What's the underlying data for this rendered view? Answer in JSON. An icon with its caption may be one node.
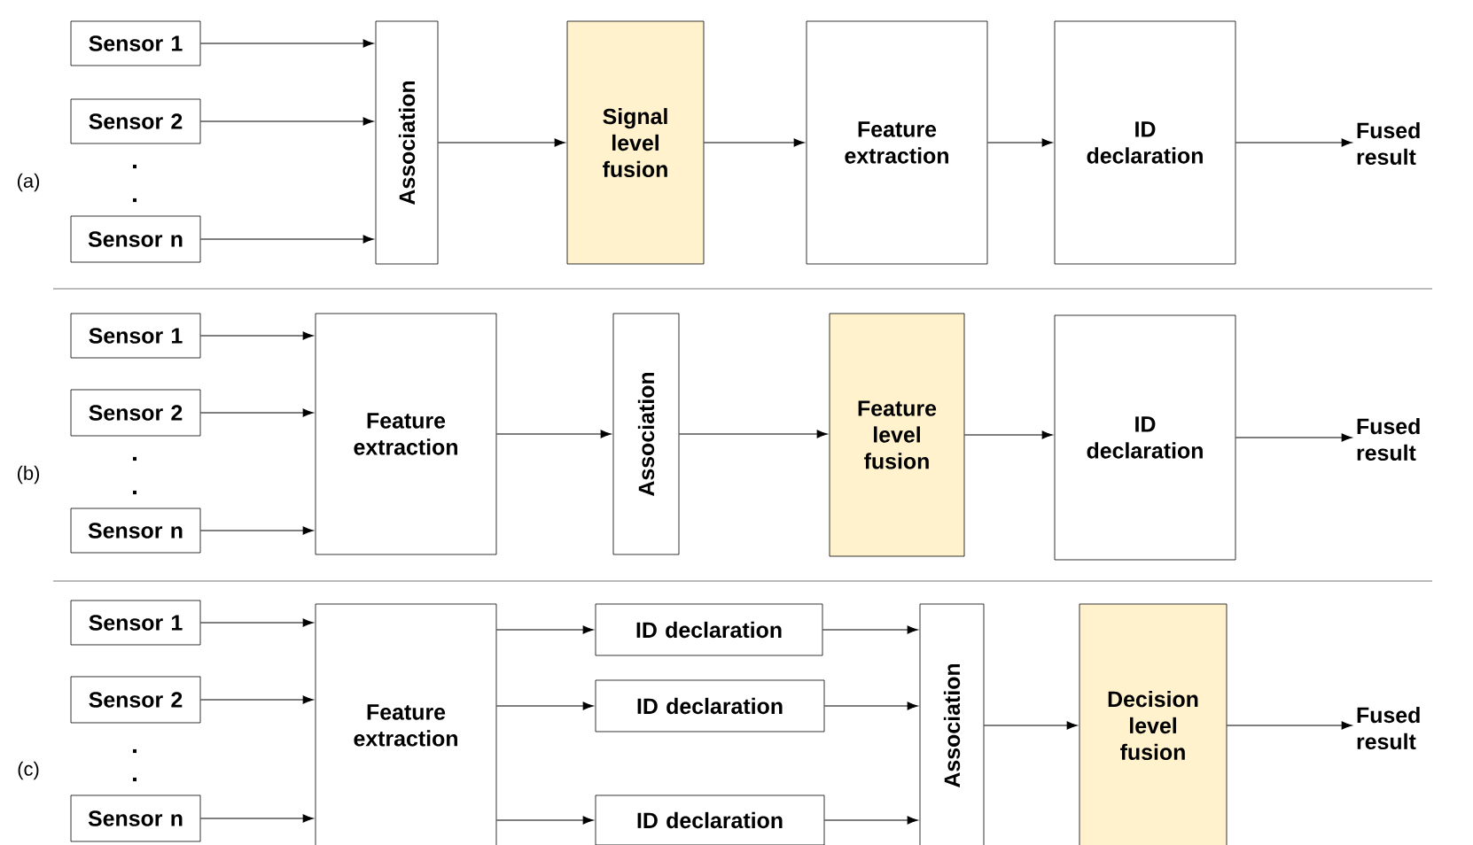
{
  "diagram": {
    "nodes": [
      {
        "text": [
          "Sensor 1"
        ]
      },
      {
        "text": [
          "Sensor 2"
        ]
      },
      {
        "text": [
          "Sensor n"
        ]
      },
      {
        "text": [
          "Association"
        ]
      },
      {
        "text": [
          "Signal level fusion"
        ]
      },
      {
        "text": [
          "Feature extraction"
        ]
      },
      {
        "text": [
          "ID declaration"
        ]
      },
      {
        "text": [
          "Fused result"
        ]
      },
      {
        "text": [
          "Sensor 1"
        ]
      },
      {
        "text": [
          "Sensor 2"
        ]
      },
      {
        "text": [
          "Sensor n"
        ]
      },
      {
        "text": [
          "Feature extraction"
        ]
      },
      {
        "text": [
          "Association"
        ]
      },
      {
        "text": [
          "Feature level fusion"
        ]
      },
      {
        "text": [
          "ID declaration"
        ]
      },
      {
        "text": [
          "Fused result"
        ]
      },
      {
        "text": [
          "Sensor 1"
        ]
      },
      {
        "text": [
          "Sensor 2"
        ]
      },
      {
        "text": [
          "Sensor n"
        ]
      },
      {
        "text": [
          "Feature extraction"
        ]
      },
      {
        "text": [
          "ID declaration"
        ]
      },
      {
        "text": [
          "ID declaration"
        ]
      },
      {
        "text": [
          "ID declaration"
        ]
      },
      {
        "text": [
          "Association"
        ]
      },
      {
        "text": [
          "Decision level fusion"
        ]
      },
      {
        "text": [
          "Fused result"
        ]
      }
    ],
    "edges": [
      {
        "from": 0,
        "to": 3,
        "arrow": "to"
      },
      {
        "from": 1,
        "to": 3,
        "arrow": "to"
      },
      {
        "from": 2,
        "to": 3,
        "arrow": "to"
      },
      {
        "from": 3,
        "to": 4,
        "arrow": "to"
      },
      {
        "from": 4,
        "to": 5,
        "arrow": "to"
      },
      {
        "from": 5,
        "to": 6,
        "arrow": "to"
      },
      {
        "from": 6,
        "to": 7,
        "arrow": "to"
      },
      {
        "from": 8,
        "to": 11,
        "arrow": "to"
      },
      {
        "from": 9,
        "to": 11,
        "arrow": "to"
      },
      {
        "from": 10,
        "to": 11,
        "arrow": "to"
      },
      {
        "from": 11,
        "to": 12,
        "arrow": "to"
      },
      {
        "from": 12,
        "to": 13,
        "arrow": "to"
      },
      {
        "from": 13,
        "to": 14,
        "arrow": "to"
      },
      {
        "from": 14,
        "to": 15,
        "arrow": "to"
      },
      {
        "from": 16,
        "to": 19,
        "arrow": "to"
      },
      {
        "from": 17,
        "to": 19,
        "arrow": "to"
      },
      {
        "from": 18,
        "to": 19,
        "arrow": "to"
      },
      {
        "from": 19,
        "to": 20,
        "arrow": "to"
      },
      {
        "from": 19,
        "to": 21,
        "arrow": "to"
      },
      {
        "from": 19,
        "to": 22,
        "arrow": "to"
      },
      {
        "from": 20,
        "to": 23,
        "arrow": "to"
      },
      {
        "from": 21,
        "to": 23,
        "arrow": "to"
      },
      {
        "from": 22,
        "to": 23,
        "arrow": "to"
      },
      {
        "from": 23,
        "to": 24,
        "arrow": "to"
      },
      {
        "from": 24,
        "to": 25,
        "arrow": "to"
      }
    ],
    "labels": [
      "(a)",
      ".",
      ".",
      "(b)",
      ".",
      ".",
      "(c)",
      ".",
      "."
    ]
  }
}
